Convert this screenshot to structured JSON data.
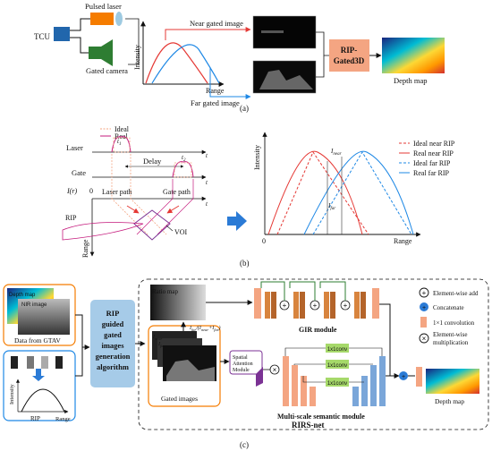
{
  "panel_a": {
    "tcu": "TCU",
    "pulsed_laser": "Pulsed laser",
    "gated_camera": "Gated camera",
    "intensity": "Intensity",
    "range": "Range",
    "near_gated_image": "Near gated image",
    "far_gated_image": "Far gated image",
    "rip_gated3d_line1": "RIP-",
    "rip_gated3d_line2": "Gated3D",
    "depth_map": "Depth map",
    "caption": "(a)",
    "colors": {
      "red": "#e53935",
      "blue": "#1e88e5",
      "orange_box": "#f4a582",
      "tcu_blue": "#2166ac",
      "laser_orange": "#f57c00",
      "camera_green": "#2e7d32"
    }
  },
  "panel_b": {
    "legend_ideal": "Ideal",
    "legend_real": "Real",
    "laser": "Laser",
    "gate": "Gate",
    "t1": "t",
    "t1_sub": "1",
    "t2": "t",
    "t2_sub": "2",
    "delay": "Delay",
    "t_axis": "t",
    "i_r": "I(r)",
    "zero": "0",
    "laser_path": "Laser path",
    "gate_path": "Gate path",
    "rip": "RIP",
    "range_axis": "Range",
    "voi": "VOI",
    "chart_intensity": "Intensity",
    "chart_zero": "0",
    "chart_range": "Range",
    "i_near": "I",
    "i_near_sub": "near",
    "i_far": "I",
    "i_far_sub": "far",
    "legend": [
      "Ideal near RIP",
      "Real near RIP",
      "Ideal far RIP",
      "Real far RIP"
    ],
    "caption": "(b)"
  },
  "panel_c": {
    "depth_map_label": "Depth map",
    "nir_image_label": "NIR image",
    "data_from_gtav": "Data from GTAV",
    "intensity": "Intensity",
    "rip": "RIP",
    "range": "Range",
    "algorithm_lines": [
      "RIP",
      "guided",
      "gated",
      "images",
      "generation",
      "algorithm"
    ],
    "ratio_map": "Ratio map",
    "ratio_formula": "I",
    "ratio_formula_rest": "far",
    "ratio_formula_tail": "/(I",
    "ratio_formula_near": "near",
    "ratio_formula_plus": "+I",
    "ratio_formula_far2": "far",
    "ratio_formula_end": ")",
    "i_near": "I",
    "i_near_sub": "near",
    "i_far": "I",
    "i_far_sub": "far",
    "gated_images": "Gated images",
    "spatial_attention": [
      "Spatial",
      "Attention",
      "Module"
    ],
    "gir_module": "GIR module",
    "conv_labels": [
      "1x1conv",
      "1x1conv",
      "1x1conv"
    ],
    "multi_scale": "Multi-scale semantic module",
    "rirs_net": "RIRS-net",
    "depth_map_out": "Depth map",
    "legend": {
      "element_wise_add": "Element-wise add",
      "concatenate": "Concatenate",
      "conv1x1": "1×1 convolution",
      "element_wise_mult_1": "Element-wise",
      "element_wise_mult_2": "multiplication"
    },
    "caption": "(c)"
  }
}
